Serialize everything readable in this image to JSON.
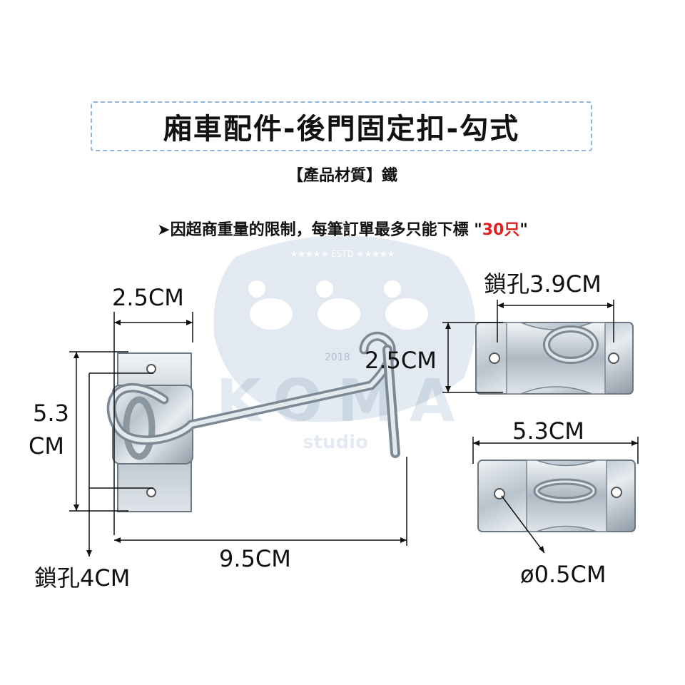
{
  "title": "廂車配件-後門固定扣-勾式",
  "material": "【產品材質】鐵",
  "notice": {
    "arrow": "➤",
    "text": "因超商重量的限制，每筆訂單最多只能下標 \"",
    "highlight": "30只",
    "end": "\""
  },
  "watermark": {
    "stars_text": "★★★★★  ESTD  ★★★★★",
    "year": "2018",
    "brand": "KOMA",
    "sub": "studio"
  },
  "dimensions": {
    "plate_width": "2.5CM",
    "height_line1": "5.3",
    "height_line2": "CM",
    "hole_spacing_left": "鎖孔4CM",
    "hook_length": "9.5CM",
    "hole_spacing_right": "鎖孔3.9CM",
    "staple_height": "2.5CM",
    "staple_width": "5.3CM",
    "hole_diameter": "ø0.5CM"
  },
  "colors": {
    "accent_red": "#e02020",
    "dashed_border": "#8fb3d9",
    "metal": "#c9d3dc"
  }
}
